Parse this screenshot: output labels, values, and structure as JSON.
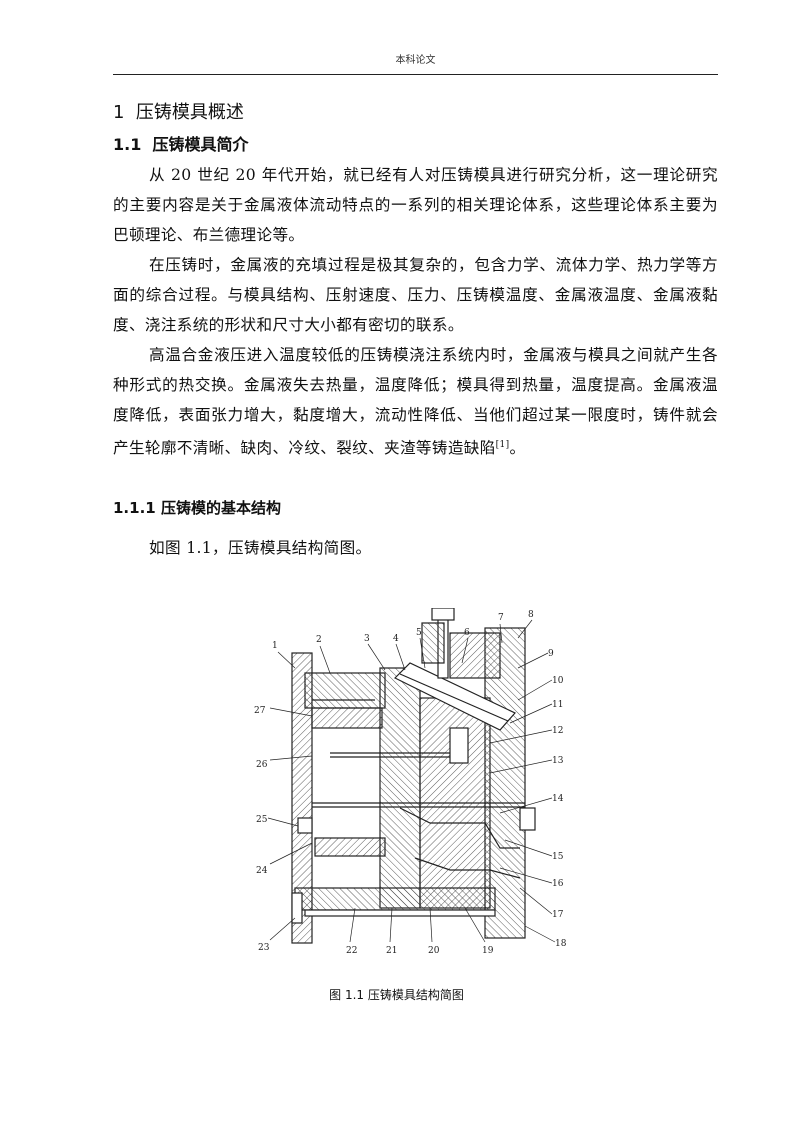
{
  "header": {
    "text": "本科论文"
  },
  "section": {
    "number": "1",
    "title": "压铸模具概述"
  },
  "subsection": {
    "number": "1.1",
    "title": "压铸模具简介"
  },
  "paragraphs": {
    "p1": "从 20 世纪 20 年代开始，就已经有人对压铸模具进行研究分析，这一理论研究的主要内容是关于金属液体流动特点的一系列的相关理论体系，这些理论体系主要为巴顿理论、布兰德理论等。",
    "p2": "在压铸时，金属液的充填过程是极其复杂的，包含力学、流体力学、热力学等方面的综合过程。与模具结构、压射速度、压力、压铸模温度、金属液温度、金属液黏度、浇注系统的形状和尺寸大小都有密切的联系。",
    "p3_main": "高温合金液压进入温度较低的压铸模浇注系统内时，金属液与模具之间就产生各种形式的热交换。金属液失去热量，温度降低；模具得到热量，温度提高。金属液温度降低，表面张力增大，黏度增大，流动性降低、当他们超过某一限度时，铸件就会产生轮廓不清晰、缺肉、冷纹、裂纹、夹渣等铸造缺陷",
    "p3_cite": "[1]",
    "p3_end": "。",
    "p4": "如图 1.1，压铸模具结构简图。"
  },
  "subsubsection": {
    "number": "1.1.1",
    "title": "压铸模的基本结构"
  },
  "figure": {
    "caption": "图 1.1 压铸模具结构简图",
    "labels": [
      "1",
      "2",
      "3",
      "4",
      "5",
      "6",
      "7",
      "8",
      "9",
      "10",
      "11",
      "12",
      "13",
      "14",
      "15",
      "16",
      "17",
      "18",
      "19",
      "20",
      "21",
      "22",
      "23",
      "24",
      "25",
      "26",
      "27"
    ]
  }
}
